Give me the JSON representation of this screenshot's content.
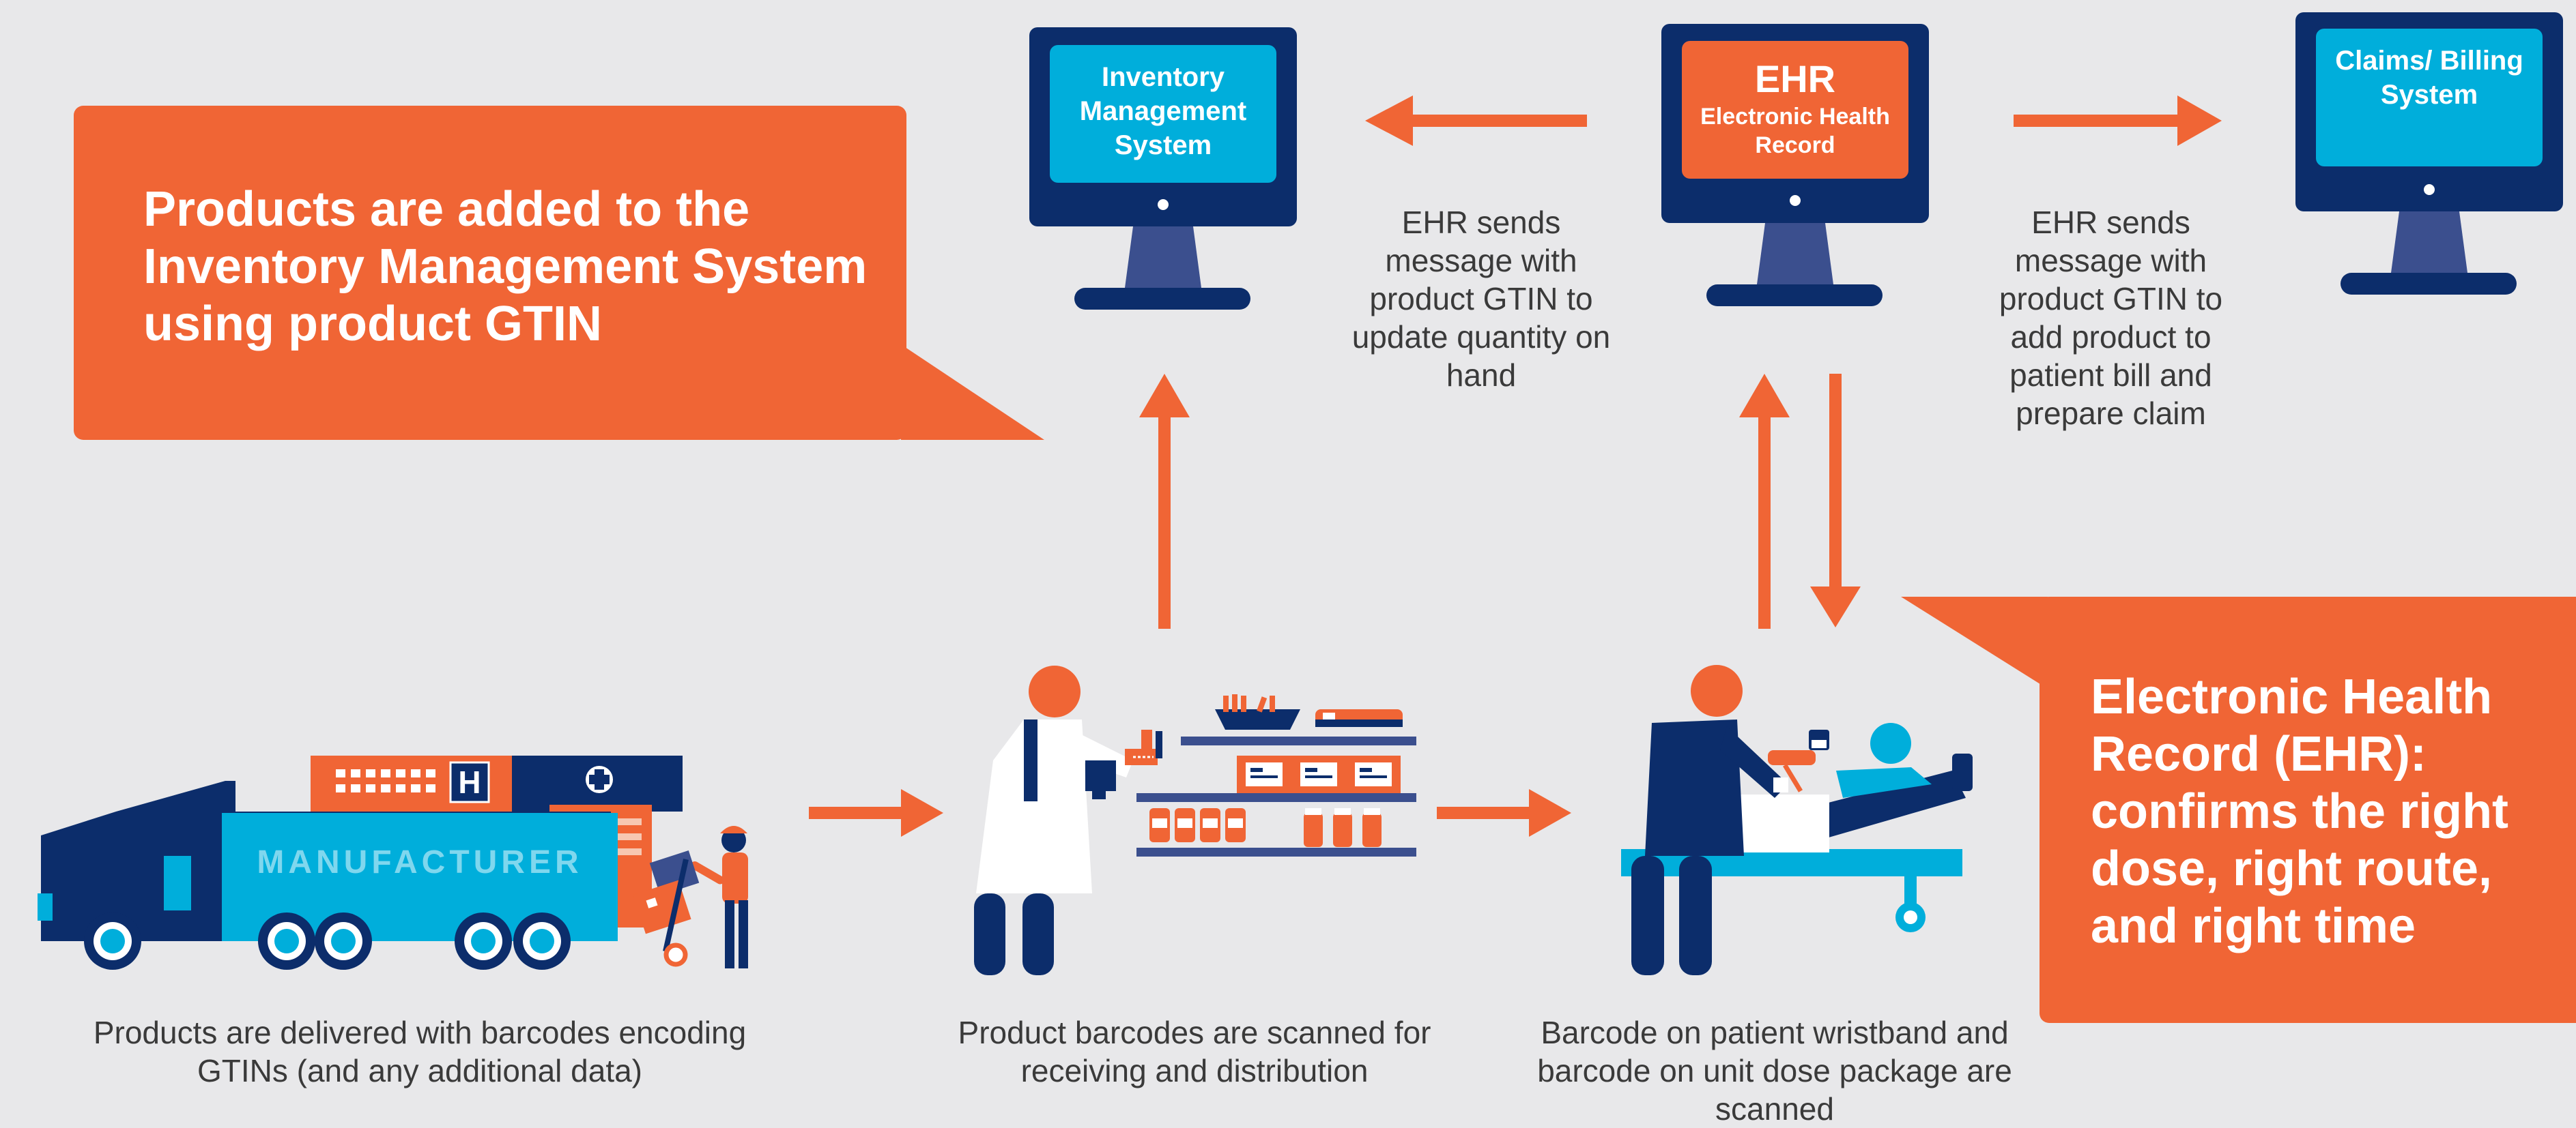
{
  "callouts": {
    "inventory": "Products are added to the Inventory Management System using product GTIN",
    "ehr": "Electronic Health Record (EHR): confirms the right dose, right route, and right time"
  },
  "monitors": {
    "inventory": "Inventory Management System",
    "ehr_title": "EHR",
    "ehr_subtitle": "Electronic Health Record",
    "claims": "Claims/ Billing System"
  },
  "messages": {
    "to_inventory": "EHR sends message with product GTIN to update quantity on hand",
    "to_claims": "EHR sends message with product GTIN to add product to patient bill and prepare claim"
  },
  "truck": {
    "label": "MANUFACTURER",
    "hospital_sign": "H"
  },
  "captions": {
    "delivery": "Products are delivered with barcodes encoding GTINs (and any additional data)",
    "scanning": "Product barcodes are scanned for receiving and distribution",
    "patient": "Barcode on patient wristband and barcode on unit dose package are scanned"
  },
  "colors": {
    "orange": "#f06535",
    "navy": "#0c2d6b",
    "cyan": "#00aedb",
    "background": "#e8e8ea",
    "text": "#3a3a3a"
  }
}
